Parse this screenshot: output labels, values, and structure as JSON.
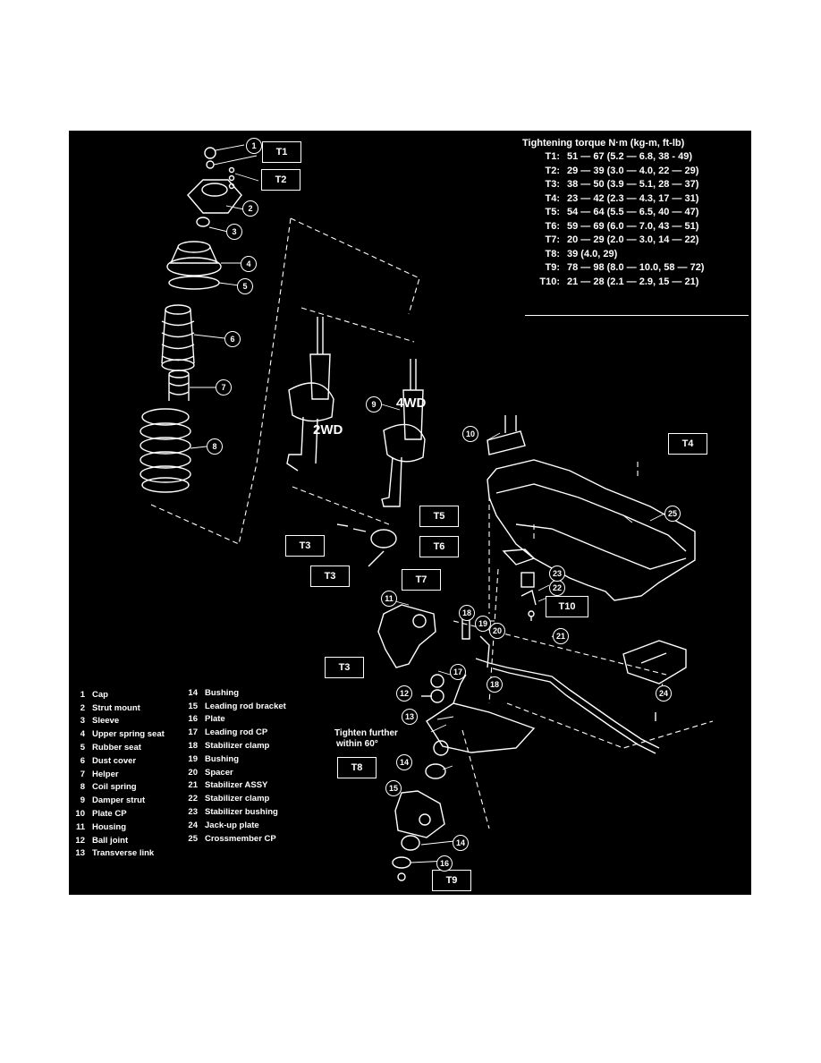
{
  "torque_table": {
    "header": "Tightening torque  N·m (kg-m, ft-lb)",
    "rows": [
      {
        "label": "T1:",
        "value": "51 — 67 (5.2 — 6.8, 38 - 49)"
      },
      {
        "label": "T2:",
        "value": "29 — 39 (3.0 — 4.0, 22 — 29)"
      },
      {
        "label": "T3:",
        "value": "38 — 50 (3.9 — 5.1, 28 — 37)"
      },
      {
        "label": "T4:",
        "value": "23 — 42 (2.3 — 4.3, 17 — 31)"
      },
      {
        "label": "T5:",
        "value": "54 — 64 (5.5 — 6.5, 40 — 47)"
      },
      {
        "label": "T6:",
        "value": "59 — 69 (6.0 — 7.0, 43 — 51)"
      },
      {
        "label": "T7:",
        "value": "20 — 29 (2.0 — 3.0, 14 — 22)"
      },
      {
        "label": "T8:",
        "value": "39 (4.0, 29)"
      },
      {
        "label": "T9:",
        "value": "78 — 98 (8.0 — 10.0, 58 — 72)"
      },
      {
        "label": "T10:",
        "value": "21 — 28 (2.1 — 2.9, 15 — 21)"
      }
    ]
  },
  "torque_tags": {
    "t1": "T1",
    "t2": "T2",
    "t3": "T3",
    "t4": "T4",
    "t5": "T5",
    "t6": "T6",
    "t7": "T7",
    "t8": "T8",
    "t9": "T9",
    "t10": "T10"
  },
  "variant_labels": {
    "two_wd": "2WD",
    "four_wd": "4WD"
  },
  "note": {
    "line1": "Tighten further",
    "line2": "within 60°"
  },
  "callouts": [
    "1",
    "2",
    "3",
    "4",
    "5",
    "6",
    "7",
    "8",
    "9",
    "10",
    "11",
    "12",
    "13",
    "14",
    "15",
    "16",
    "17",
    "18",
    "19",
    "20",
    "21",
    "22",
    "23",
    "24",
    "25"
  ],
  "parts_left": [
    {
      "num": "1",
      "name": "Cap"
    },
    {
      "num": "2",
      "name": "Strut mount"
    },
    {
      "num": "3",
      "name": "Sleeve"
    },
    {
      "num": "4",
      "name": "Upper spring seat"
    },
    {
      "num": "5",
      "name": "Rubber seat"
    },
    {
      "num": "6",
      "name": "Dust cover"
    },
    {
      "num": "7",
      "name": "Helper"
    },
    {
      "num": "8",
      "name": "Coil spring"
    },
    {
      "num": "9",
      "name": "Damper strut"
    },
    {
      "num": "10",
      "name": "Plate CP"
    },
    {
      "num": "11",
      "name": "Housing"
    },
    {
      "num": "12",
      "name": "Ball joint"
    },
    {
      "num": "13",
      "name": "Transverse link"
    }
  ],
  "parts_right": [
    {
      "num": "14",
      "name": "Bushing"
    },
    {
      "num": "15",
      "name": "Leading rod bracket"
    },
    {
      "num": "16",
      "name": "Plate"
    },
    {
      "num": "17",
      "name": "Leading rod CP"
    },
    {
      "num": "18",
      "name": "Stabilizer clamp"
    },
    {
      "num": "19",
      "name": "Bushing"
    },
    {
      "num": "20",
      "name": "Spacer"
    },
    {
      "num": "21",
      "name": "Stabilizer ASSY"
    },
    {
      "num": "22",
      "name": "Stabilizer clamp"
    },
    {
      "num": "23",
      "name": "Stabilizer bushing"
    },
    {
      "num": "24",
      "name": "Jack-up plate"
    },
    {
      "num": "25",
      "name": "Crossmember CP"
    }
  ]
}
